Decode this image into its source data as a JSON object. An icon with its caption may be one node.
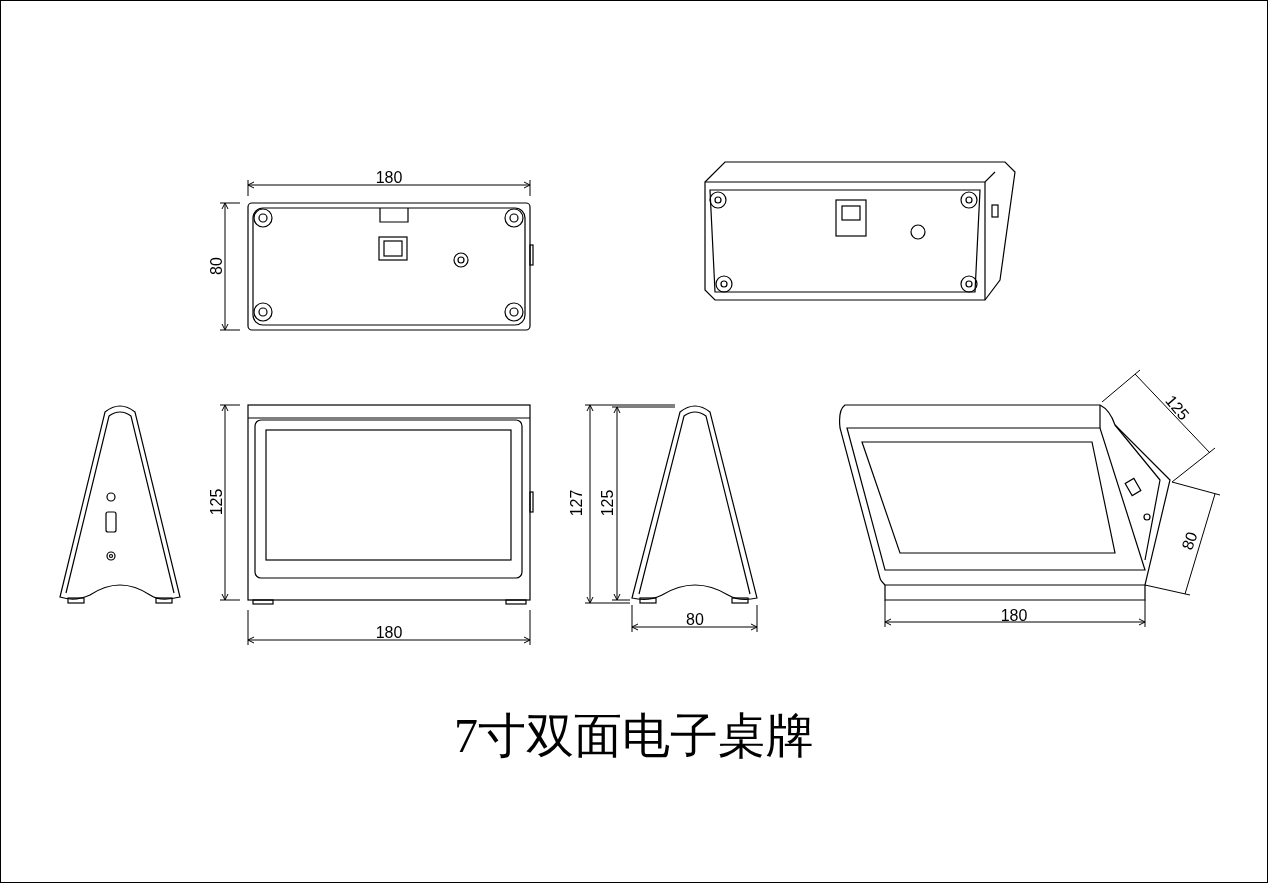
{
  "diagram": {
    "title": "7寸双面电子桌牌",
    "labels": [
      "180",
      "80",
      "125",
      "180",
      "127",
      "125",
      "80",
      "125",
      "80",
      "180"
    ]
  }
}
